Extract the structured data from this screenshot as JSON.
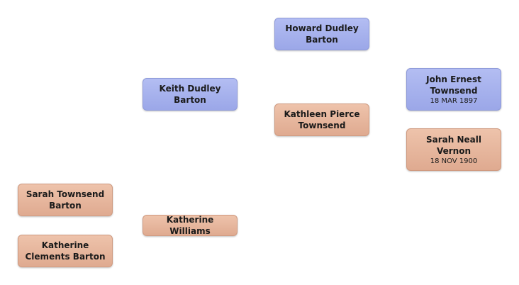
{
  "people": {
    "howard": {
      "name": "Howard Dudley\nBarton"
    },
    "keith": {
      "name": "Keith Dudley\nBarton"
    },
    "kathleen": {
      "name": "Kathleen Pierce\nTownsend"
    },
    "john": {
      "name": "John Ernest\nTownsend",
      "date": "18 MAR 1897"
    },
    "sarah_neall": {
      "name": "Sarah Neall\nVernon",
      "date": "18 NOV 1900"
    },
    "sarah_tb": {
      "name": "Sarah Townsend\nBarton"
    },
    "katherine_w": {
      "name": "Katherine  Williams"
    },
    "katherine_cb": {
      "name": "Katherine\nClements  Barton"
    }
  },
  "colors": {
    "male": "#a3aeee",
    "female": "#e6b59c"
  }
}
